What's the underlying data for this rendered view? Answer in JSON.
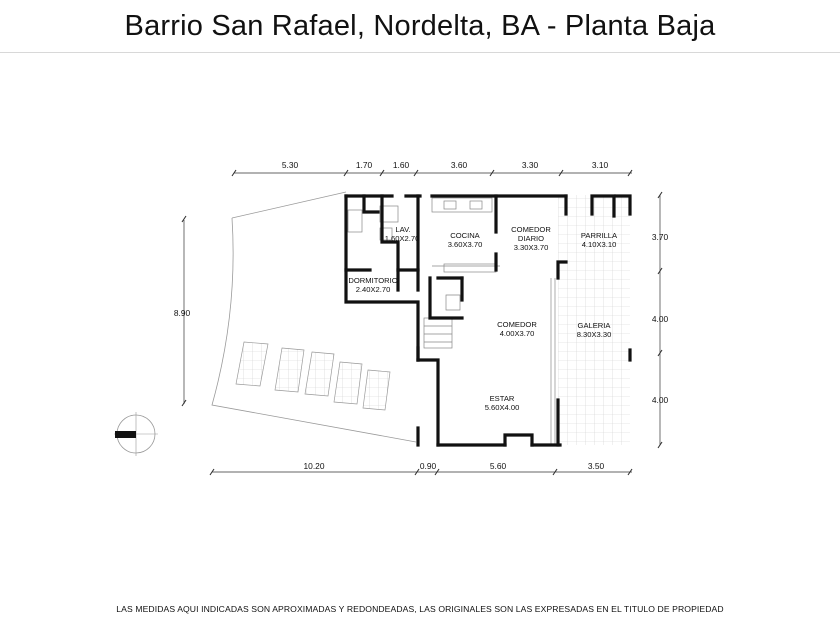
{
  "title": "Barrio San Rafael, Nordelta, BA - Planta Baja",
  "footer": "LAS MEDIDAS AQUI INDICADAS SON APROXIMADAS Y REDONDEADAS, LAS ORIGINALES SON LAS EXPRESADAS EN EL TITULO DE PROPIEDAD",
  "dimensions": {
    "top": [
      "5.30",
      "1.70",
      "1.60",
      "3.60",
      "3.30",
      "3.10"
    ],
    "bottom": [
      "10.20",
      "0.90",
      "5.60",
      "3.50"
    ],
    "left": "8.90",
    "right": [
      "3.70",
      "4.00",
      "4.00"
    ]
  },
  "rooms": {
    "lav": {
      "name": "LAV.",
      "size": "1.60X2.70"
    },
    "cocina": {
      "name": "COCINA",
      "size": "3.60X3.70"
    },
    "comedor_diario": {
      "name": "COMEDOR",
      "name2": "DIARIO",
      "size": "3.30X3.70"
    },
    "parrilla": {
      "name": "PARRILLA",
      "size": "4.10X3.10"
    },
    "dormitorio": {
      "name": "DORMITORIO",
      "size": "2.40X2.70"
    },
    "comedor": {
      "name": "COMEDOR",
      "size": "4.00X3.70"
    },
    "galeria": {
      "name": "GALERIA",
      "size": "8.30X3.30"
    },
    "estar": {
      "name": "ESTAR",
      "size": "5.60X4.00"
    }
  },
  "colors": {
    "wall": "#111111",
    "thin": "#888888",
    "tile": "#c9c9c9"
  },
  "icons": {
    "compass": "north-arrow-icon"
  }
}
